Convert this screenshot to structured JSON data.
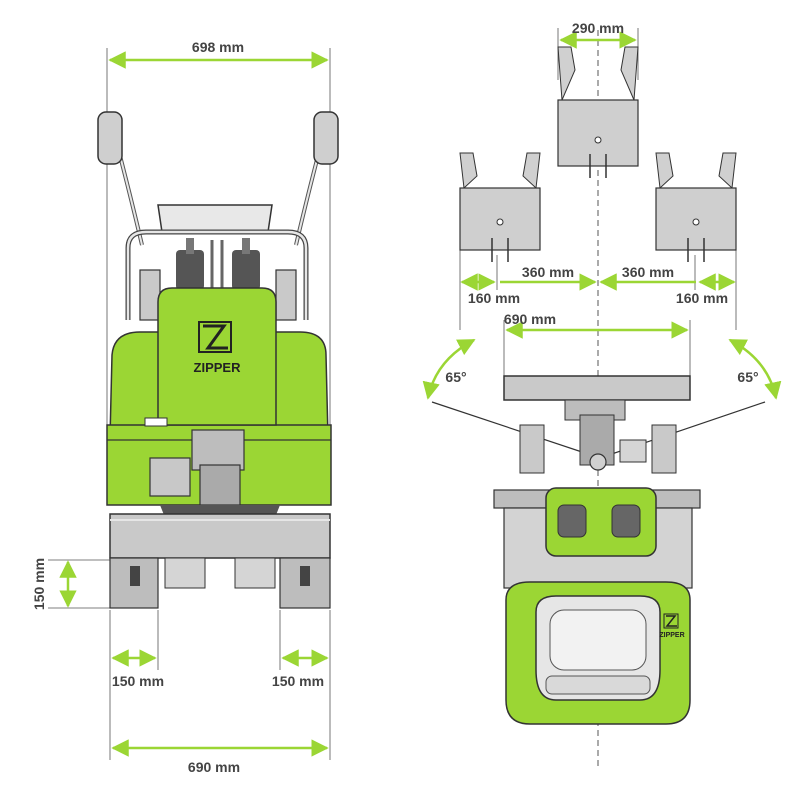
{
  "colors": {
    "accent": "#9bd634",
    "accent_dark": "#7fb821",
    "outline": "#333333",
    "grey": "#b8b8b8",
    "grey_light": "#d9d9d9",
    "dim_text": "#444444",
    "page_bg": "#ffffff"
  },
  "front_view": {
    "overall_width": "698 mm",
    "track_width": "690 mm",
    "blade_height": "150 mm",
    "left_track": "150 mm",
    "right_track": "150 mm",
    "brand": "ZIPPER"
  },
  "top_view": {
    "bucket_width": "290 mm",
    "left_offset": "360 mm",
    "right_offset": "360 mm",
    "left_edge": "160 mm",
    "right_edge": "160 mm",
    "blade_width": "690 mm",
    "left_swing": "65°",
    "right_swing": "65°",
    "brand": "ZIPPER"
  },
  "icons": {
    "dimension_arrow": "arrow-icon",
    "swing_arrow": "curved-arrow-icon",
    "brand_logo": "zipper-logo-icon"
  }
}
